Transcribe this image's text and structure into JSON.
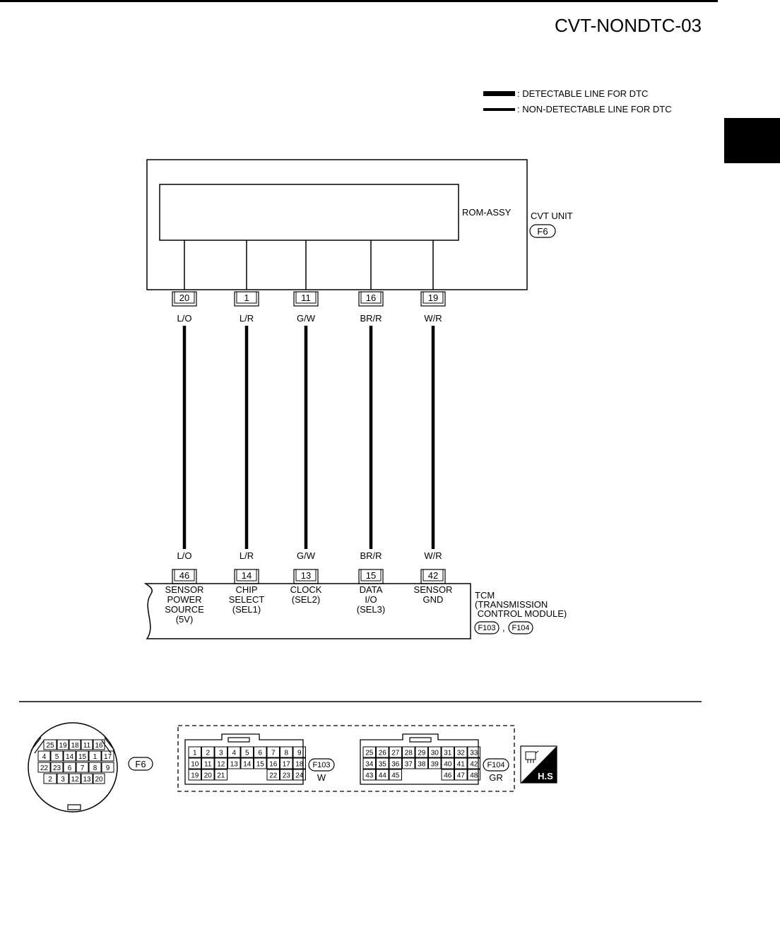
{
  "page": {
    "code": "CVT-NONDTC-03"
  },
  "legend": {
    "detectable": ": DETECTABLE LINE FOR DTC",
    "non_detectable": ": NON-DETECTABLE LINE FOR DTC"
  },
  "cvt_unit": {
    "name": "CVT UNIT",
    "connector": "F6",
    "inner": "ROM-ASSY"
  },
  "tcm": {
    "name_lines": [
      "TCM",
      "(TRANSMISSION",
      " CONTROL MODULE)"
    ],
    "connectors": [
      "F103",
      "F104"
    ],
    "separator": ","
  },
  "circuits": [
    {
      "cvt_pin": "20",
      "tcm_pin": "46",
      "color": "L/O",
      "function": [
        "SENSOR",
        "POWER",
        "SOURCE",
        "(5V)"
      ]
    },
    {
      "cvt_pin": "1",
      "tcm_pin": "14",
      "color": "L/R",
      "function": [
        "CHIP",
        "SELECT",
        "(SEL1)"
      ]
    },
    {
      "cvt_pin": "11",
      "tcm_pin": "13",
      "color": "G/W",
      "function": [
        "CLOCK",
        "(SEL2)"
      ]
    },
    {
      "cvt_pin": "16",
      "tcm_pin": "15",
      "color": "BR/R",
      "function": [
        "DATA",
        "I/O",
        "(SEL3)"
      ]
    },
    {
      "cvt_pin": "19",
      "tcm_pin": "42",
      "color": "W/R",
      "function": [
        "SENSOR",
        "GND"
      ]
    }
  ],
  "connector_views": {
    "f6": {
      "label": "F6",
      "rows": [
        [
          "25",
          "19",
          "18",
          "11",
          "16"
        ],
        [
          "4",
          "5",
          "14",
          "15",
          "1",
          "17"
        ],
        [
          "22",
          "23",
          "6",
          "7",
          "8",
          "9"
        ],
        [
          "2",
          "3",
          "12",
          "13",
          "20"
        ]
      ]
    },
    "f103": {
      "label": "F103",
      "color": "W",
      "rows": [
        [
          "1",
          "2",
          "3",
          "4",
          "5",
          "6",
          "7",
          "8",
          "9"
        ],
        [
          "10",
          "11",
          "12",
          "13",
          "14",
          "15",
          "16",
          "17",
          "18"
        ],
        [
          "19",
          "20",
          "21",
          "",
          "",
          "",
          "22",
          "23",
          "24"
        ]
      ]
    },
    "f104": {
      "label": "F104",
      "color": "GR",
      "rows": [
        [
          "25",
          "26",
          "27",
          "28",
          "29",
          "30",
          "31",
          "32",
          "33"
        ],
        [
          "34",
          "35",
          "36",
          "37",
          "38",
          "39",
          "40",
          "41",
          "42"
        ],
        [
          "43",
          "44",
          "45",
          "",
          "",
          "",
          "46",
          "47",
          "48"
        ]
      ]
    },
    "hs_badge": "H.S"
  }
}
